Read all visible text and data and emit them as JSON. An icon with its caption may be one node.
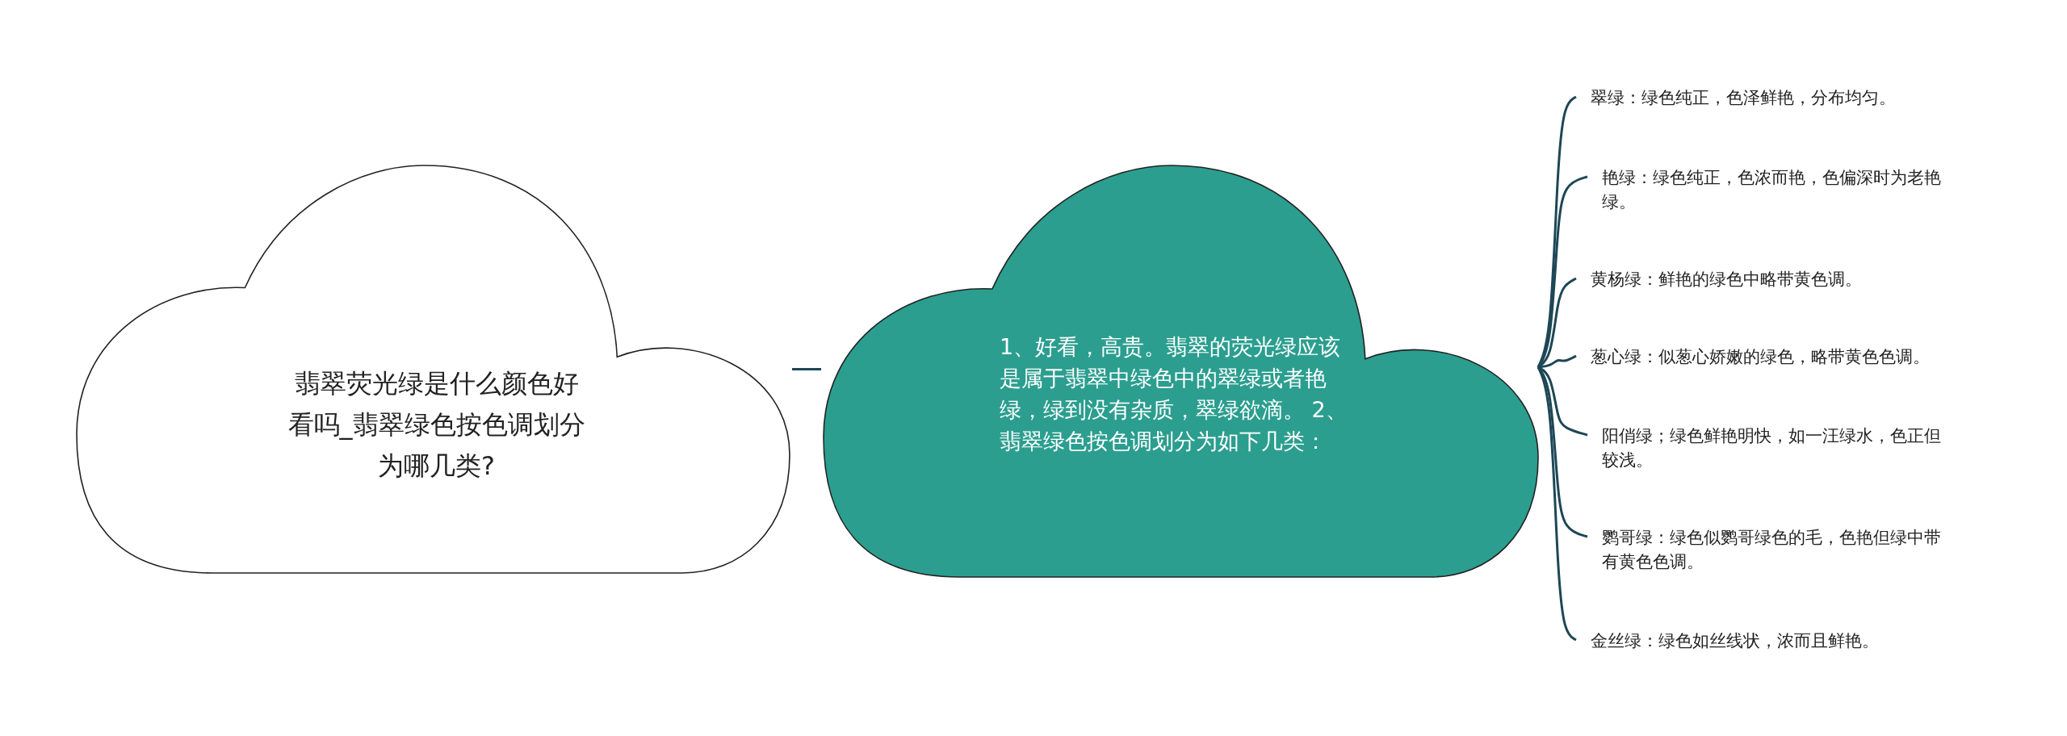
{
  "diagram": {
    "nodes": [
      {
        "text": [
          "翡翠荧光绿是什么颜色好看吗_翡翠绿色按色调划分为哪几类?"
        ]
      },
      {
        "text": [
          "1、好看，高贵。翡翠的荧光绿应该是属于翡翠中绿色中的翠绿或者艳绿，绿到没有杂质，翠绿欲滴。 2、翡翠绿色按色调划分为如下几类："
        ]
      },
      {
        "text": [
          "翠绿：绿色纯正，色泽鲜艳，分布均匀。"
        ]
      },
      {
        "text": [
          "艳绿：绿色纯正，色浓而艳，色偏深时为老艳绿。"
        ]
      },
      {
        "text": [
          "黄杨绿：鲜艳的绿色中略带黄色调。"
        ]
      },
      {
        "text": [
          "葱心绿：似葱心娇嫩的绿色，略带黄色色调。"
        ]
      },
      {
        "text": [
          "阳俏绿；绿色鲜艳明快，如一汪绿水，色正但较浅。"
        ]
      },
      {
        "text": [
          "鹦哥绿：绿色似鹦哥绿色的毛，色艳但绿中带有黄色色调。"
        ]
      },
      {
        "text": [
          "金丝绿：绿色如丝线状，浓而且鲜艳。"
        ]
      }
    ],
    "edges": [
      {
        "from": 0,
        "to": 1,
        "arrow": "none"
      },
      {
        "from": 1,
        "to": 2,
        "arrow": "none"
      },
      {
        "from": 1,
        "to": 3,
        "arrow": "none"
      },
      {
        "from": 1,
        "to": 4,
        "arrow": "none"
      },
      {
        "from": 1,
        "to": 5,
        "arrow": "none"
      },
      {
        "from": 1,
        "to": 6,
        "arrow": "none"
      },
      {
        "from": 1,
        "to": 7,
        "arrow": "none"
      },
      {
        "from": 1,
        "to": 8,
        "arrow": "none"
      }
    ]
  }
}
